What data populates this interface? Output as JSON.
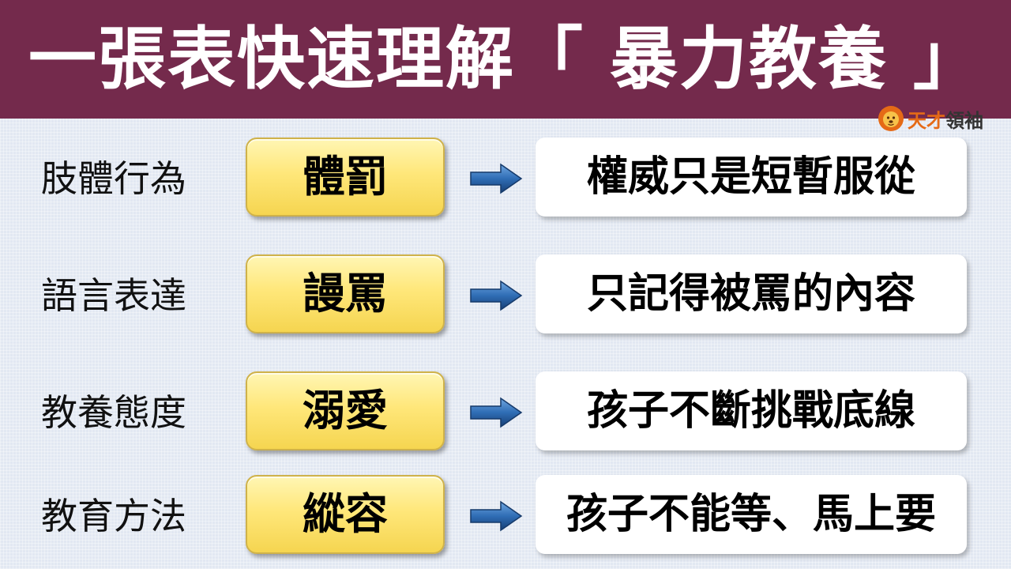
{
  "header": {
    "title": "一張表快速理解「 暴力教養 」",
    "background_color": "#742a4c"
  },
  "logo": {
    "icon": "lion-face-icon",
    "text_part1": "天才",
    "text_part2": "領袖"
  },
  "rows": [
    {
      "category": "肢體行為",
      "keyword": "體罰",
      "result": "權威只是短暫服從"
    },
    {
      "category": "語言表達",
      "keyword": "謾罵",
      "result": "只記得被罵的內容"
    },
    {
      "category": "教養態度",
      "keyword": "溺愛",
      "result": "孩子不斷挑戰底線"
    },
    {
      "category": "教育方法",
      "keyword": "縱容",
      "result": "孩子不能等、馬上要"
    }
  ],
  "colors": {
    "keyword_box": "#ffe77a",
    "arrow": "#2f6db5",
    "background": "#e2e8f2"
  }
}
